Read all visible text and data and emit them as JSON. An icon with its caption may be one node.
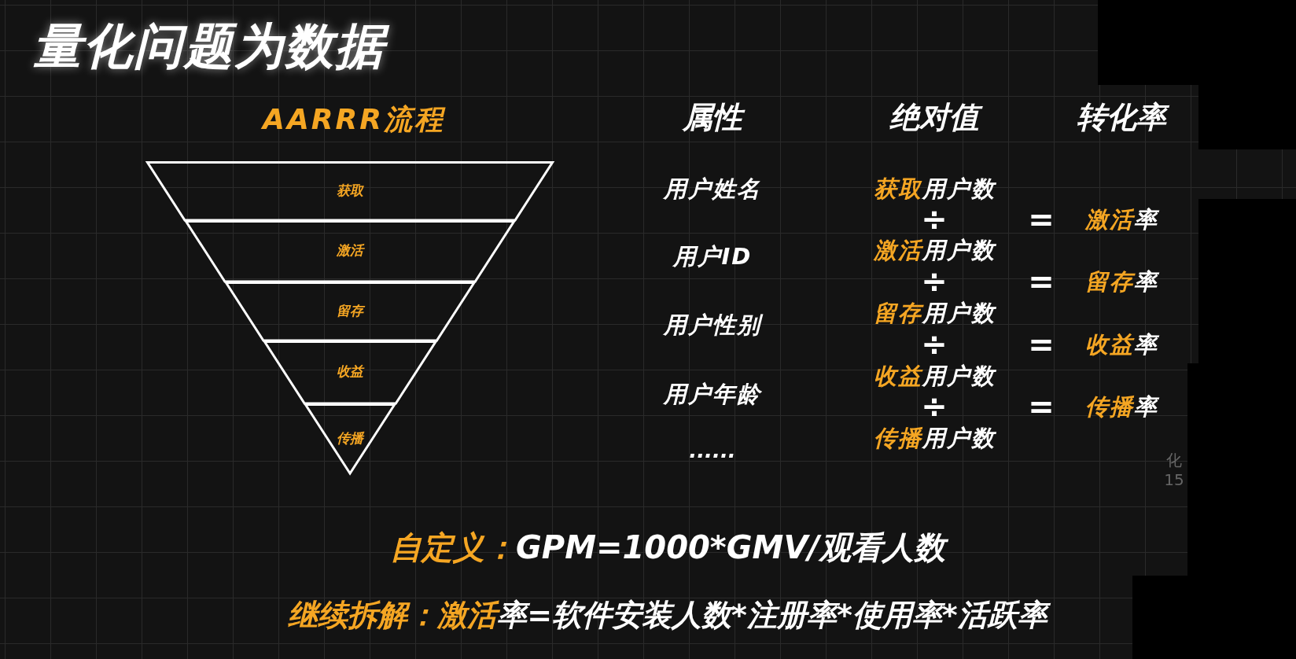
{
  "diagram": {
    "title": "量化问题为数据",
    "nodes": [
      {
        "text": [
          "获取"
        ]
      },
      {
        "text": [
          "激活"
        ]
      },
      {
        "text": [
          "留存"
        ]
      },
      {
        "text": [
          "收益"
        ]
      },
      {
        "text": [
          "传播"
        ]
      }
    ],
    "labels": [
      "AARRR流程",
      "属性",
      "绝对值",
      "转化率",
      "用户姓名",
      "**获取**用户数",
      "÷",
      "=",
      "**激活**率",
      "用户ID",
      "**激活**用户数",
      "÷",
      "=",
      "**留存**率",
      "用户性别",
      "**留存**用户数",
      "÷",
      "=",
      "**收益**率",
      "用户年龄",
      "**收益**用户数",
      "÷",
      "=",
      "**传播**率",
      "......",
      "**传播**用户数",
      "化",
      "15",
      "**自定义：**GPM=1000*GMV/观看人数",
      "**继续拆解：激活**率=软件安装人数*注册率*使用率*活跃率"
    ]
  }
}
